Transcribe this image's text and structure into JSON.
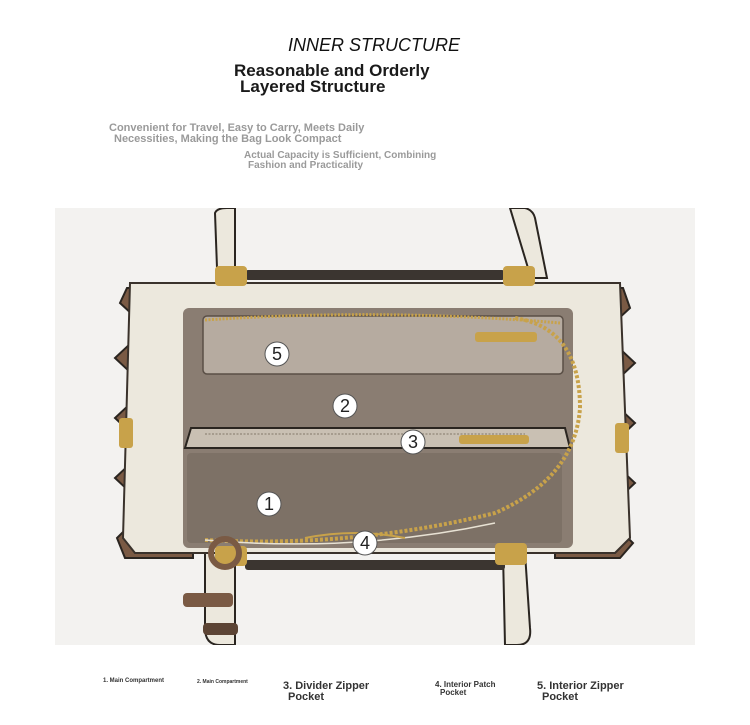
{
  "header": {
    "title": "INNER STRUCTURE",
    "subtitle_line1": "Reasonable and Orderly",
    "subtitle_line2": "Layered Structure"
  },
  "descriptions": {
    "text1_line1": "Convenient for Travel, Easy to Carry, Meets Daily",
    "text1_line2": "Necessities, Making the Bag Look Compact",
    "text2_line1": "Actual Capacity is Sufficient, Combining",
    "text2_line2": "Fashion and Practicality"
  },
  "markers": [
    "1",
    "2",
    "3",
    "4",
    "5"
  ],
  "captions": {
    "c1": "1. Main Compartment",
    "c2": "2. Main Compartment",
    "c3_line1": "3. Divider Zipper",
    "c3_line2": "Pocket",
    "c4_line1": "4. Interior Patch",
    "c4_line2": "Pocket",
    "c5_line1": "5. Interior Zipper",
    "c5_line2": "Pocket"
  },
  "colors": {
    "leather_cream": "#ece8dd",
    "lining_taupe": "#8a7d72",
    "side_brown": "#7a5a44",
    "hardware_gold": "#c8a24a"
  }
}
